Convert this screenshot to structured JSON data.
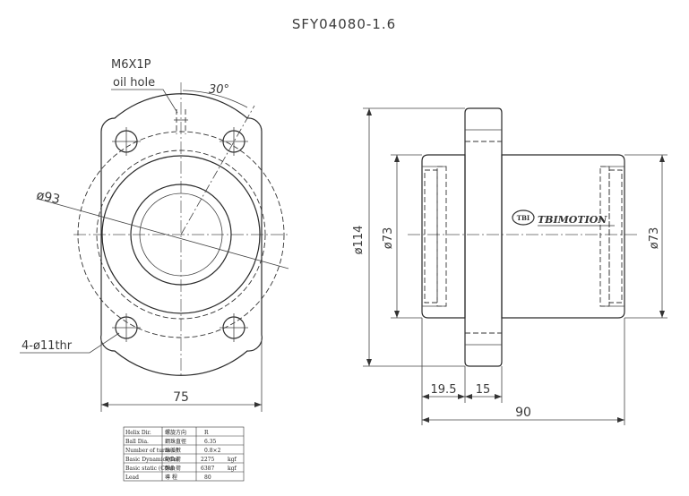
{
  "title": "SFY04080-1.6",
  "front_view": {
    "thread_label": "M6X1P",
    "oil_hole_label": "oil hole",
    "angle_label": "30°",
    "diameter_label": "ø93",
    "holes_label": "4-ø11thr",
    "width_label": "75"
  },
  "side_view": {
    "flange_diameter_label": "ø114",
    "body_diameter_left_label": "ø73",
    "body_diameter_right_label": "ø73",
    "brand_text": "TBIMOTION",
    "brand_mark": "TBI",
    "dim_a_label": "19.5",
    "dim_b_label": "15",
    "length_label": "90"
  },
  "spec_table": {
    "rows": [
      {
        "label": "Helix Dir.",
        "cn": "螺旋方向",
        "value": "R",
        "unit": ""
      },
      {
        "label": "Ball Dia.",
        "cn": "鋼珠直徑",
        "value": "6.35",
        "unit": ""
      },
      {
        "label": "Number of turns",
        "cn": "珠循數",
        "value": "0.8×2",
        "unit": ""
      },
      {
        "label": "Basic Dynamic (Ca)",
        "cn": "動負荷",
        "value": "2275",
        "unit": "kgf"
      },
      {
        "label": "Basic static (C0a)",
        "cn": "靜負荷",
        "value": "6387",
        "unit": "kgf"
      },
      {
        "label": "Lead",
        "cn": "導 程",
        "value": "80",
        "unit": ""
      }
    ]
  }
}
